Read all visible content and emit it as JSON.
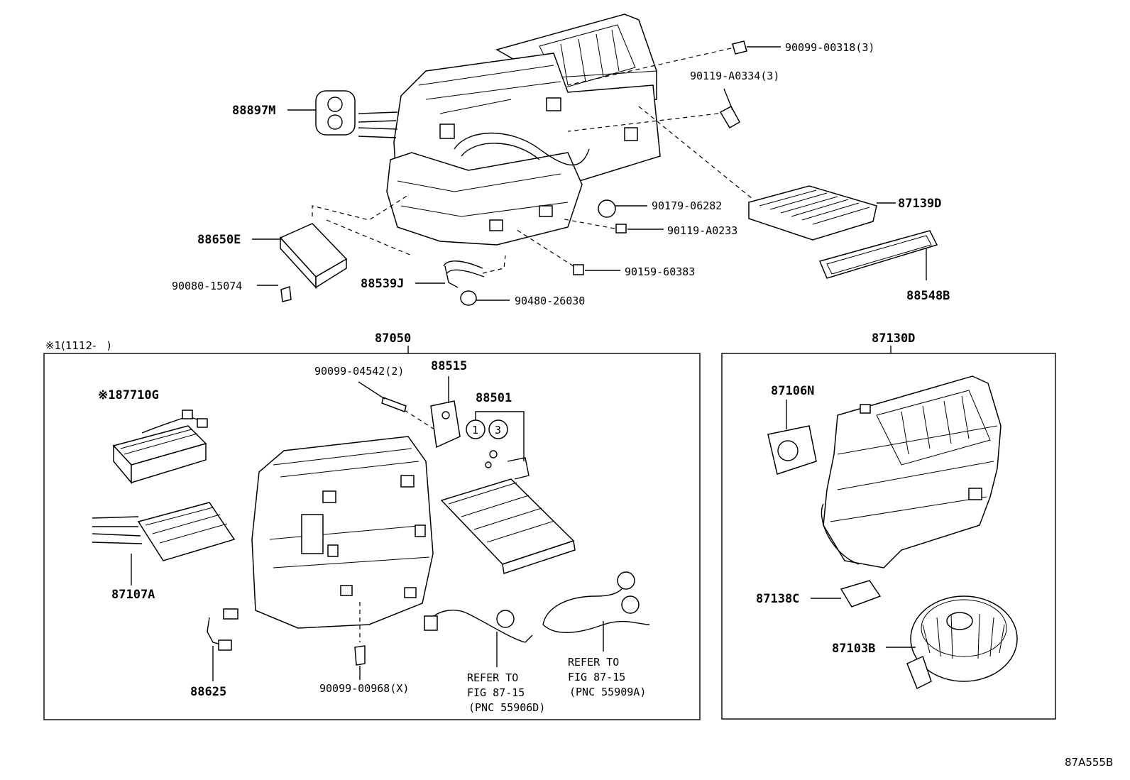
{
  "diagram_code": "87A555B",
  "top_parts": {
    "p88897M": "88897M",
    "p90099_00318": "90099-00318(3)",
    "p90119_A0334": "90119-A0334(3)",
    "p90179_06282": "90179-06282",
    "p87139D": "87139D",
    "p90119_A0233": "90119-A0233",
    "p88650E": "88650E",
    "p90159_60383": "90159-60383",
    "p90080_15074": "90080-15074",
    "p88539J": "88539J",
    "p88548B": "88548B",
    "p90480_26030": "90480-26030"
  },
  "left_box": {
    "assembly": "87050",
    "note": "※1(1112-　)",
    "parts": {
      "p90099_04542": "90099-04542(2)",
      "p88515": "88515",
      "p88501": "88501",
      "circle_a": "1",
      "circle_b": "3",
      "p87710G": "※187710G",
      "p87107A": "87107A",
      "p88625": "88625",
      "p90099_00968": "90099-00968(X)"
    },
    "ref1": {
      "line1": "REFER TO",
      "line2": "FIG 87-15",
      "line3": "(PNC 55906D)"
    },
    "ref2": {
      "line1": "REFER TO",
      "line2": "FIG 87-15",
      "line3": "(PNC 55909A)"
    }
  },
  "right_box": {
    "assembly": "87130D",
    "parts": {
      "p87106N": "87106N",
      "p87138C": "87138C",
      "p87103B": "87103B"
    }
  }
}
